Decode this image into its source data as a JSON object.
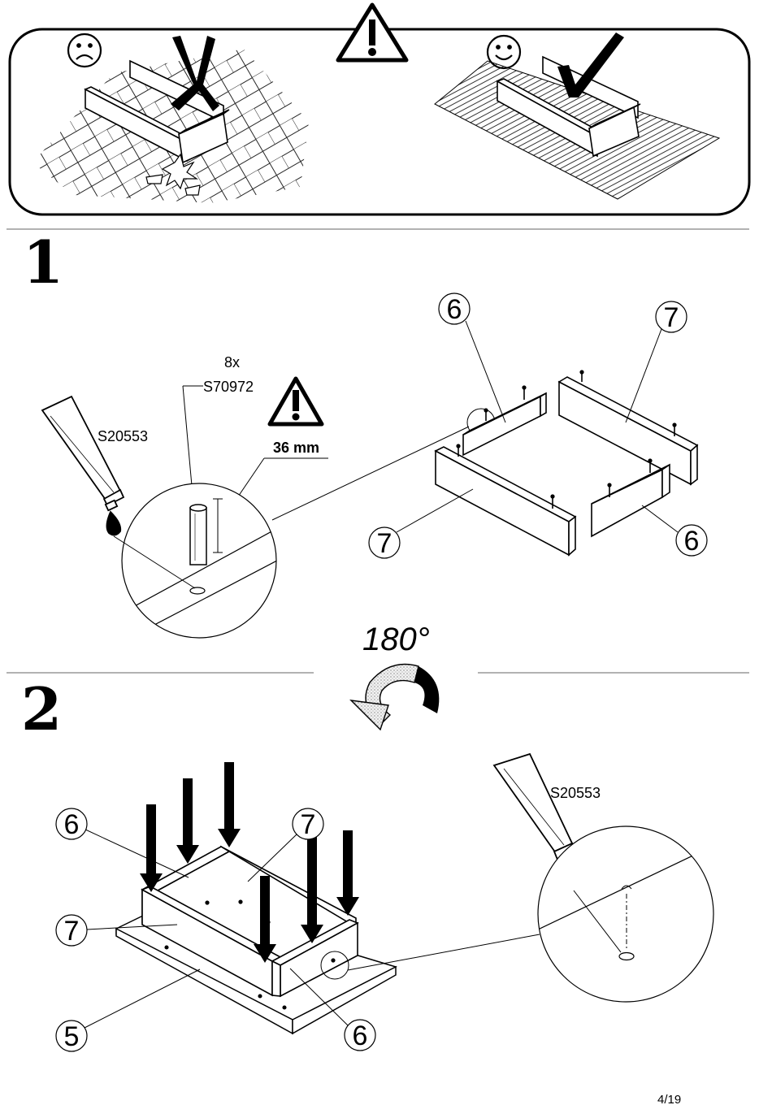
{
  "warning": {
    "bad_icon": "sad-face-icon",
    "good_icon": "smiley-face-icon",
    "center_icon": "warning-triangle-icon",
    "bad_mark": "x-mark-icon",
    "good_mark": "check-mark-icon"
  },
  "step1": {
    "number": "1",
    "dowel_qty": "8x",
    "dowel_code": "S70972",
    "glue_code": "S20553",
    "dowel_length": "36 mm",
    "parts": [
      "6",
      "7",
      "7",
      "6"
    ]
  },
  "rotation": {
    "angle": "180°",
    "icon": "rotate-arrow-icon"
  },
  "step2": {
    "number": "2",
    "glue_code": "S20553",
    "parts": [
      "6",
      "7",
      "7",
      "5",
      "6"
    ]
  },
  "footer": {
    "page": "4/19"
  }
}
